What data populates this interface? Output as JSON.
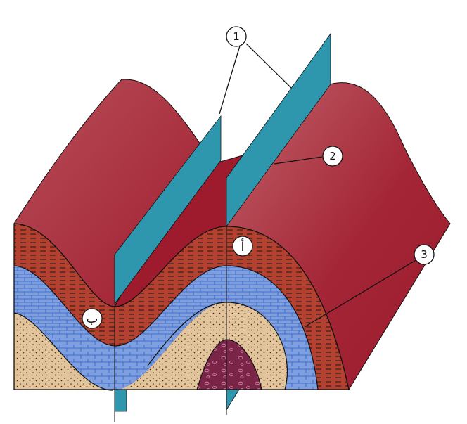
{
  "diagram": {
    "callouts": [
      {
        "id": "1",
        "label": "1"
      },
      {
        "id": "2",
        "label": "2"
      },
      {
        "id": "3",
        "label": "3"
      }
    ],
    "point_labels": {
      "anticline_crest": "أ",
      "syncline_trough": "ب"
    },
    "colors": {
      "ground_surface": "#9e1b2e",
      "ground_highlight": "#b5474f",
      "axial_plane": "#2f97ad",
      "shale_layer": "#b4402f",
      "limestone_layer": "#7f9fdf",
      "sandstone_layer": "#e3c39a",
      "conglomerate_layer": "#7a2447",
      "outline": "#111111"
    }
  }
}
